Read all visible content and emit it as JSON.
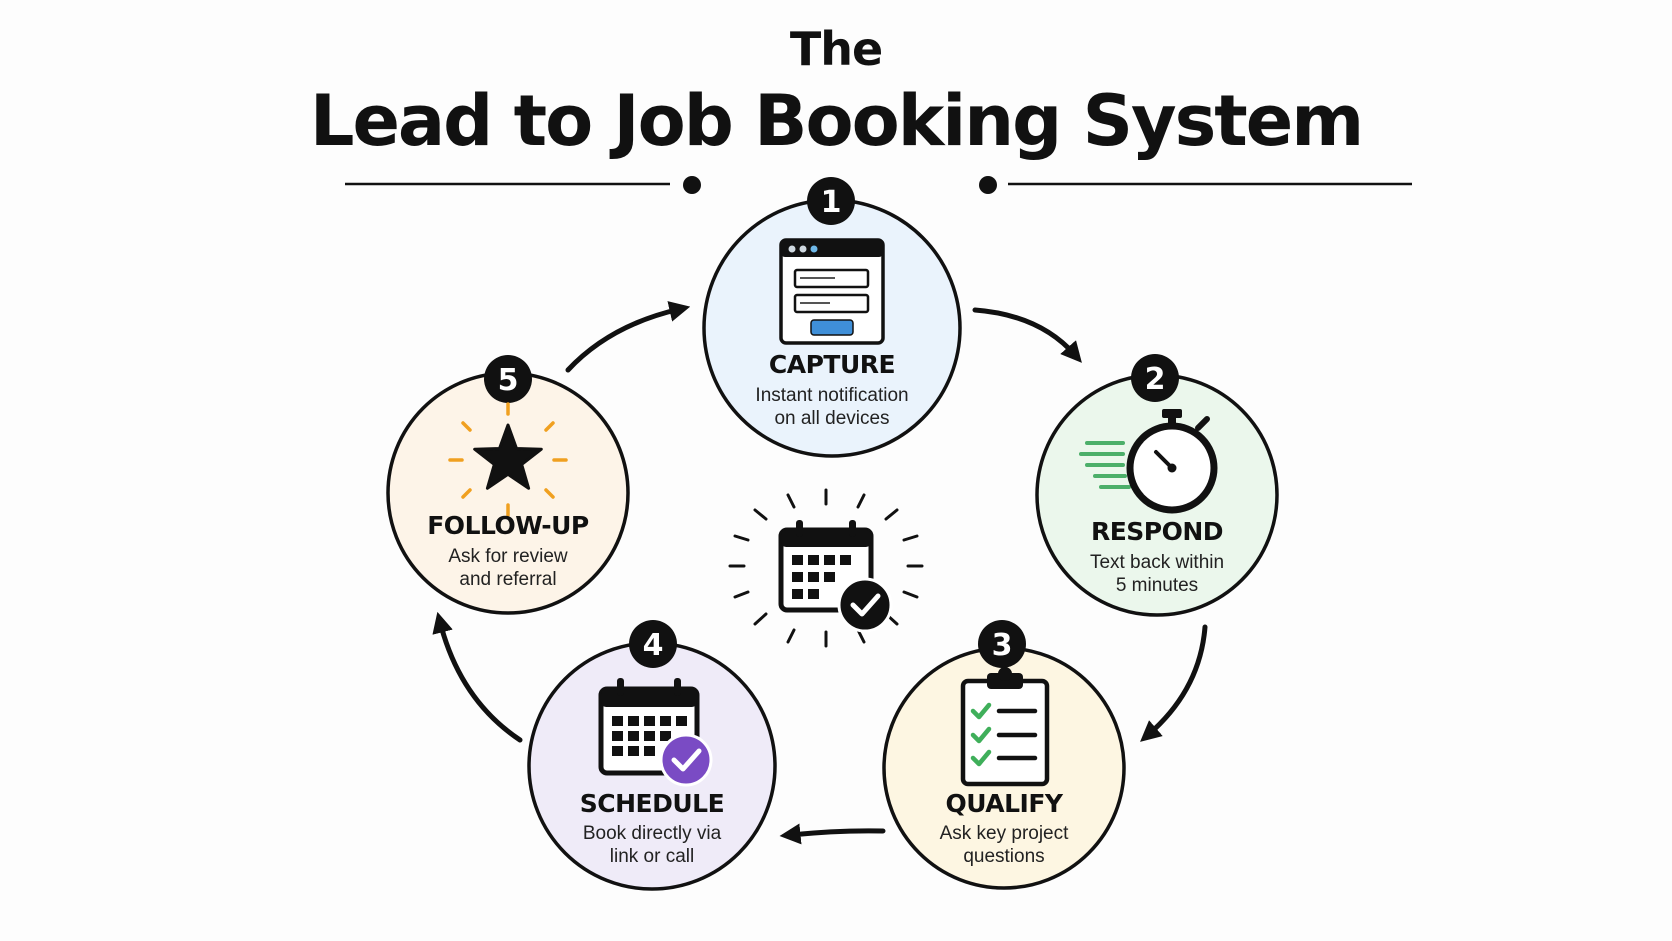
{
  "title": {
    "line1": "The",
    "line2": "Lead to Job Booking System"
  },
  "steps": [
    {
      "number": "1",
      "title": "CAPTURE",
      "desc_line1": "Instant notification",
      "desc_line2": "on all devices",
      "fill": "#eaf3fc",
      "icon": "web-form-icon"
    },
    {
      "number": "2",
      "title": "RESPOND",
      "desc_line1": "Text back within",
      "desc_line2": "5 minutes",
      "fill": "#ebf7ec",
      "icon": "stopwatch-icon"
    },
    {
      "number": "3",
      "title": "QUALIFY",
      "desc_line1": "Ask key project",
      "desc_line2": "questions",
      "fill": "#fdf6e2",
      "icon": "clipboard-checklist-icon"
    },
    {
      "number": "4",
      "title": "SCHEDULE",
      "desc_line1": "Book directly via",
      "desc_line2": "link or call",
      "fill": "#efebf8",
      "icon": "calendar-check-icon"
    },
    {
      "number": "5",
      "title": "FOLLOW-UP",
      "desc_line1": "Ask for review",
      "desc_line2": "and referral",
      "fill": "#fdf4e8",
      "icon": "star-icon"
    }
  ],
  "colors": {
    "outline": "#111111",
    "form_button": "#3f8fd8",
    "speed_lines": "#4caf6a",
    "check_green": "#3faf5a",
    "schedule_check": "#7a4bc4",
    "star_rays": "#f0a020"
  },
  "center_icon": "calendar-check-icon"
}
